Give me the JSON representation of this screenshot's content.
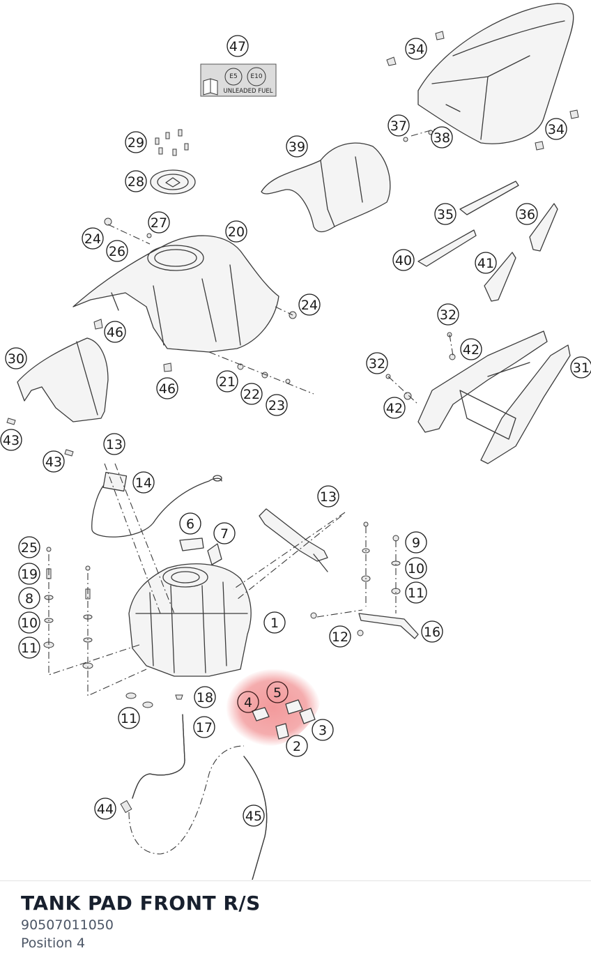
{
  "label": {
    "badges": [
      "E5",
      "E10"
    ],
    "text": "UNLEADED FUEL"
  },
  "callouts": [
    {
      "id": "c47",
      "label": "47",
      "highlighted": false
    },
    {
      "id": "c34a",
      "label": "34",
      "highlighted": false
    },
    {
      "id": "c34b",
      "label": "34",
      "highlighted": false
    },
    {
      "id": "c37",
      "label": "37",
      "highlighted": false
    },
    {
      "id": "c38",
      "label": "38",
      "highlighted": false
    },
    {
      "id": "c39",
      "label": "39",
      "highlighted": false
    },
    {
      "id": "c29",
      "label": "29",
      "highlighted": false
    },
    {
      "id": "c28",
      "label": "28",
      "highlighted": false
    },
    {
      "id": "c35",
      "label": "35",
      "highlighted": false
    },
    {
      "id": "c36",
      "label": "36",
      "highlighted": false
    },
    {
      "id": "c40",
      "label": "40",
      "highlighted": false
    },
    {
      "id": "c41",
      "label": "41",
      "highlighted": false
    },
    {
      "id": "c27",
      "label": "27",
      "highlighted": false
    },
    {
      "id": "c20",
      "label": "20",
      "highlighted": false
    },
    {
      "id": "c24a",
      "label": "24",
      "highlighted": false
    },
    {
      "id": "c26",
      "label": "26",
      "highlighted": false
    },
    {
      "id": "c24b",
      "label": "24",
      "highlighted": false
    },
    {
      "id": "c46a",
      "label": "46",
      "highlighted": false
    },
    {
      "id": "c32a",
      "label": "32",
      "highlighted": false
    },
    {
      "id": "c42a",
      "label": "42",
      "highlighted": false
    },
    {
      "id": "c30",
      "label": "30",
      "highlighted": false
    },
    {
      "id": "c32b",
      "label": "32",
      "highlighted": false
    },
    {
      "id": "c31",
      "label": "31",
      "highlighted": false
    },
    {
      "id": "c46b",
      "label": "46",
      "highlighted": false
    },
    {
      "id": "c21",
      "label": "21",
      "highlighted": false
    },
    {
      "id": "c22",
      "label": "22",
      "highlighted": false
    },
    {
      "id": "c23",
      "label": "23",
      "highlighted": false
    },
    {
      "id": "c42b",
      "label": "42",
      "highlighted": false
    },
    {
      "id": "c43a",
      "label": "43",
      "highlighted": false
    },
    {
      "id": "c43b",
      "label": "43",
      "highlighted": false
    },
    {
      "id": "c13a",
      "label": "13",
      "highlighted": false
    },
    {
      "id": "c14",
      "label": "14",
      "highlighted": false
    },
    {
      "id": "c13b",
      "label": "13",
      "highlighted": false
    },
    {
      "id": "c6",
      "label": "6",
      "highlighted": false
    },
    {
      "id": "c7",
      "label": "7",
      "highlighted": false
    },
    {
      "id": "c25",
      "label": "25",
      "highlighted": false
    },
    {
      "id": "c9",
      "label": "9",
      "highlighted": false
    },
    {
      "id": "c19",
      "label": "19",
      "highlighted": false
    },
    {
      "id": "c10a",
      "label": "10",
      "highlighted": false
    },
    {
      "id": "c8",
      "label": "8",
      "highlighted": false
    },
    {
      "id": "c11a",
      "label": "11",
      "highlighted": false
    },
    {
      "id": "c10b",
      "label": "10",
      "highlighted": false
    },
    {
      "id": "c1",
      "label": "1",
      "highlighted": false
    },
    {
      "id": "c11b",
      "label": "11",
      "highlighted": false
    },
    {
      "id": "c12",
      "label": "12",
      "highlighted": false
    },
    {
      "id": "c16",
      "label": "16",
      "highlighted": false
    },
    {
      "id": "c5",
      "label": "5",
      "highlighted": true
    },
    {
      "id": "c18",
      "label": "18",
      "highlighted": false
    },
    {
      "id": "c4",
      "label": "4",
      "highlighted": true
    },
    {
      "id": "c11c",
      "label": "11",
      "highlighted": false
    },
    {
      "id": "c17",
      "label": "17",
      "highlighted": false
    },
    {
      "id": "c3",
      "label": "3",
      "highlighted": false
    },
    {
      "id": "c2",
      "label": "2",
      "highlighted": false
    },
    {
      "id": "c44",
      "label": "44",
      "highlighted": false
    },
    {
      "id": "c45",
      "label": "45",
      "highlighted": false
    }
  ],
  "highlight_color": "#e8474a",
  "selected_part": {
    "name": "TANK PAD FRONT R/S",
    "number": "90507011050",
    "position": "Position 4"
  }
}
